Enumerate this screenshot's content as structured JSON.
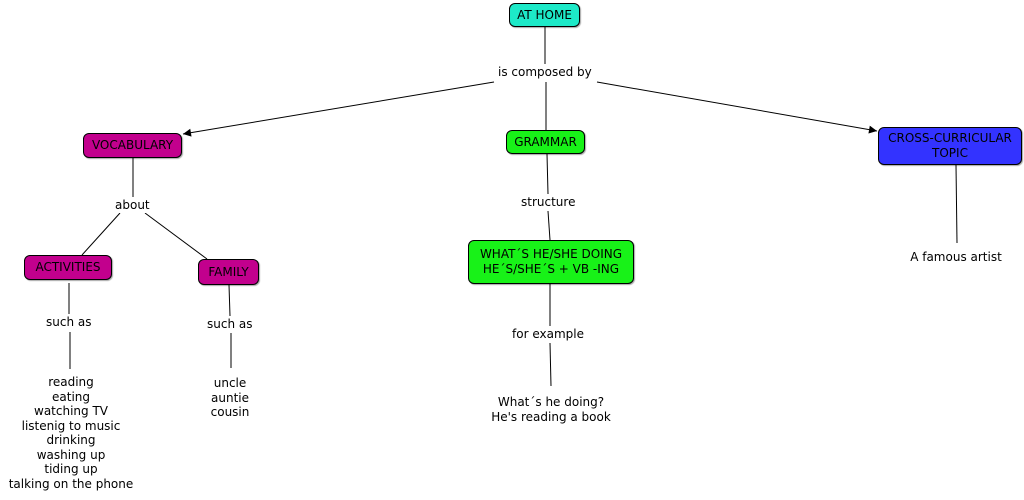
{
  "colors": {
    "root": "#1de9c8",
    "vocab": "#c2008d",
    "grammar": "#18f218",
    "topic": "#3333ff"
  },
  "nodes": {
    "root": "AT HOME",
    "vocabulary": "VOCABULARY",
    "grammar": "GRAMMAR",
    "cross_line1": "CROSS-CURRICULAR",
    "cross_line2": "TOPIC",
    "activities": "ACTIVITIES",
    "family": "FAMILY",
    "structure_line1": "WHAT´S HE/SHE DOING",
    "structure_line2": "HE´S/SHE´S + VB -ING"
  },
  "links": {
    "is_composed_by": "is composed by",
    "about": "about",
    "structure": "structure",
    "such_as_activities": "such as",
    "such_as_family": "such as",
    "for_example": "for example"
  },
  "leaves": {
    "activities": [
      "reading",
      "eating",
      "watching TV",
      "listenig to music",
      "drinking",
      "washing up",
      "tiding up",
      "talking on the phone"
    ],
    "family": [
      "uncle",
      "auntie",
      "cousin"
    ],
    "example": [
      "What´s he doing?",
      "He's reading a book"
    ],
    "artist": "A famous artist"
  }
}
